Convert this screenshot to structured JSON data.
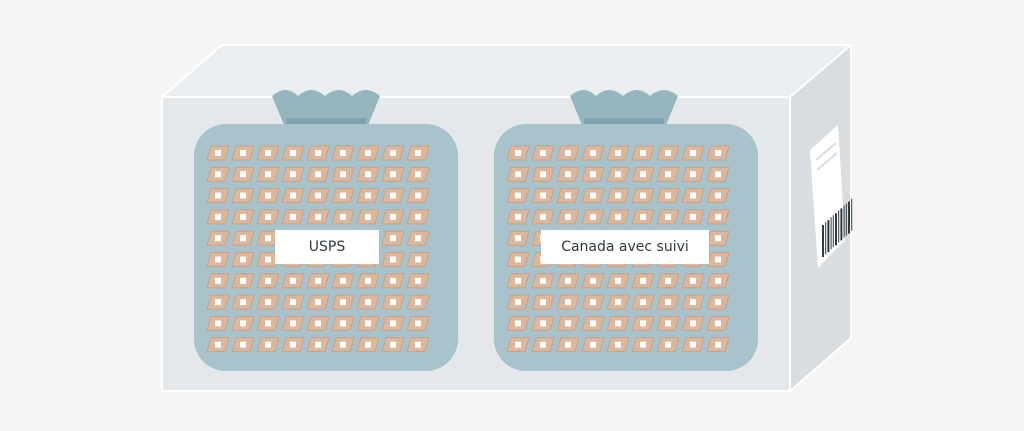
{
  "bags": [
    {
      "label": "USPS"
    },
    {
      "label": "Canada avec suivi"
    }
  ],
  "icons": {
    "box": "shipping-box",
    "bag": "mail-sack",
    "parcel": "small-parcel",
    "shipping_label": "barcode-shipping-label"
  },
  "colors": {
    "background": "#f5f5f5",
    "box_front": "#e5e8ea",
    "box_top": "#ebeef0",
    "box_side": "#d9dde0",
    "box_outline": "#ffffff",
    "bag": "#a9c3cc",
    "bag_knot": "#97b5bf",
    "bag_tie": "#7fa3af",
    "parcel": "#dcb79b",
    "parcel_edge": "#c69c7f",
    "parcel_window": "#ffffff",
    "label_bg": "#ffffff",
    "label_text": "#2f3a3f"
  }
}
